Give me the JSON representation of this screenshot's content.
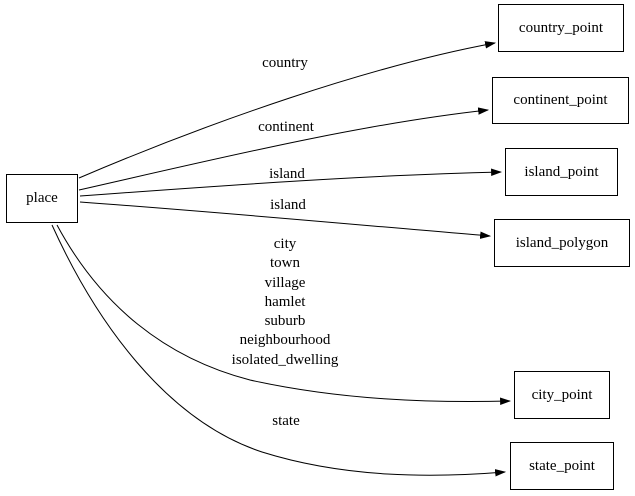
{
  "diagram": {
    "type": "directed-graph",
    "background_color": "#ffffff",
    "line_color": "#000000",
    "text_color": "#000000",
    "nodes": [
      {
        "id": "place",
        "label": "place",
        "shape": "box"
      },
      {
        "id": "country_point",
        "label": "country_point",
        "shape": "box"
      },
      {
        "id": "continent_point",
        "label": "continent_point",
        "shape": "box"
      },
      {
        "id": "island_point",
        "label": "island_point",
        "shape": "box"
      },
      {
        "id": "island_polygon",
        "label": "island_polygon",
        "shape": "box"
      },
      {
        "id": "city_point",
        "label": "city_point",
        "shape": "box"
      },
      {
        "id": "state_point",
        "label": "state_point",
        "shape": "box"
      }
    ],
    "edges": [
      {
        "from": "place",
        "to": "country_point",
        "label": "country"
      },
      {
        "from": "place",
        "to": "continent_point",
        "label": "continent"
      },
      {
        "from": "place",
        "to": "island_point",
        "label": "island"
      },
      {
        "from": "place",
        "to": "island_polygon",
        "label": "island"
      },
      {
        "from": "place",
        "to": "city_point",
        "label_lines": [
          "city",
          "town",
          "village",
          "hamlet",
          "suburb",
          "neighbourhood",
          "isolated_dwelling"
        ]
      },
      {
        "from": "place",
        "to": "state_point",
        "label": "state"
      }
    ]
  }
}
